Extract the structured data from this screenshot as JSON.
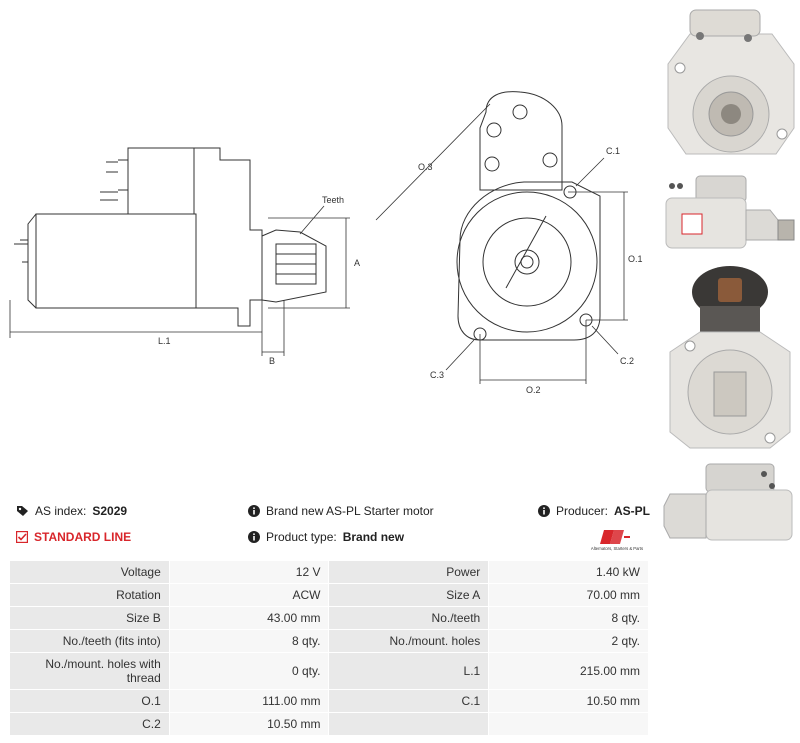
{
  "diagram": {
    "side_labels": {
      "teeth": "Teeth",
      "a": "A",
      "b": "B",
      "l1": "L.1"
    },
    "front_labels": {
      "o3": "O.3",
      "c1": "C.1",
      "o1": "O.1",
      "c2": "C.2",
      "c3": "C.3",
      "o2": "O.2"
    }
  },
  "info": {
    "as_index_label": "AS index:",
    "as_index_value": "S2029",
    "standard_line": "STANDARD LINE",
    "description": "Brand new AS-PL Starter motor",
    "product_type_label": "Product type:",
    "product_type_value": "Brand new",
    "producer_label": "Producer:",
    "producer_value": "AS-PL",
    "brand_tagline": "Alternators, Starters & Parts"
  },
  "specs": [
    [
      "Voltage",
      "12 V",
      "Power",
      "1.40 kW"
    ],
    [
      "Rotation",
      "ACW",
      "Size A",
      "70.00 mm"
    ],
    [
      "Size B",
      "43.00 mm",
      "No./teeth",
      "8 qty."
    ],
    [
      "No./teeth (fits into)",
      "8 qty.",
      "No./mount. holes",
      "2 qty."
    ],
    [
      "No./mount. holes with thread",
      "0 qty.",
      "L.1",
      "215.00 mm"
    ],
    [
      "O.1",
      "111.00 mm",
      "C.1",
      "10.50 mm"
    ],
    [
      "C.2",
      "10.50 mm",
      "",
      ""
    ]
  ],
  "colors": {
    "accent_red": "#d8262b",
    "label_bg": "#e9e9e9",
    "value_bg": "#f7f7f7"
  },
  "icons": [
    "tag-icon",
    "check-square-icon",
    "info-icon"
  ]
}
